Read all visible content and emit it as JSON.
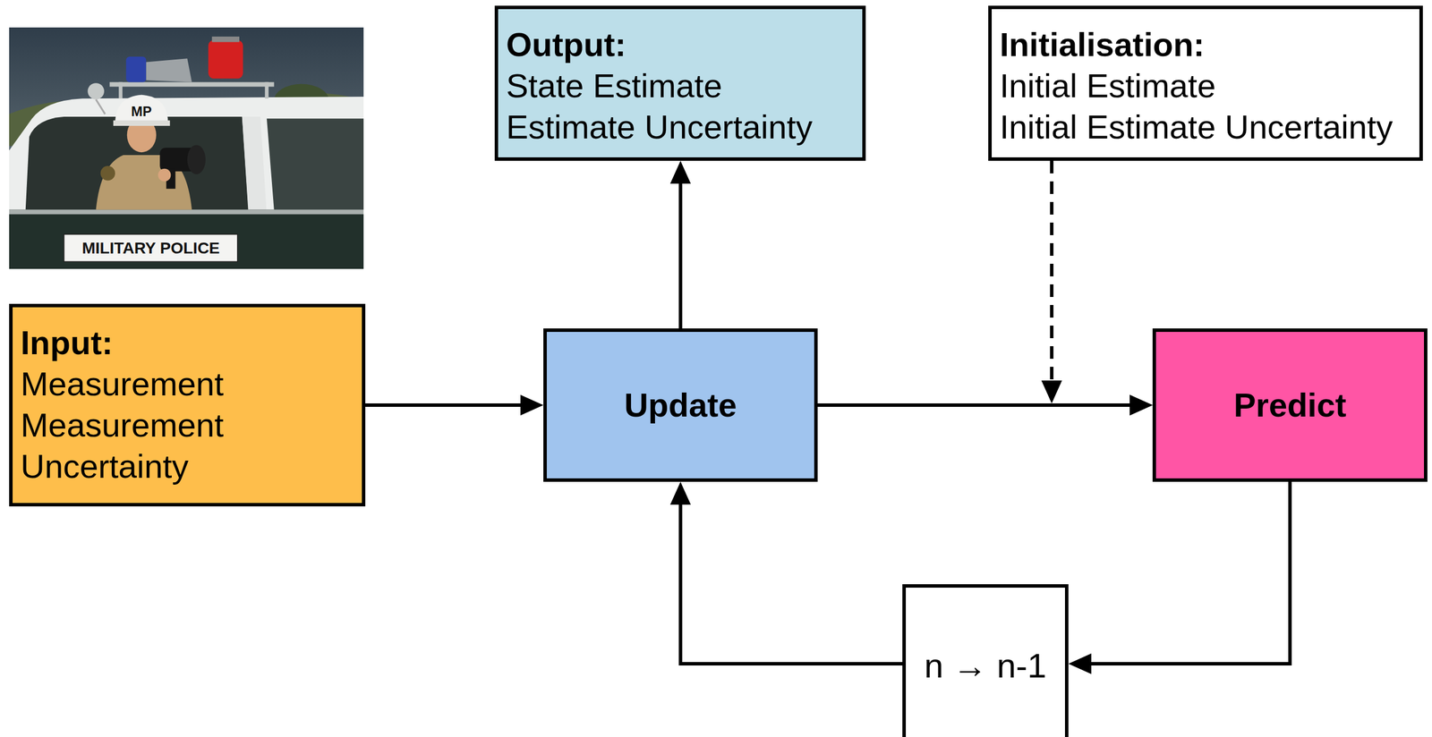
{
  "diagram": {
    "nodes": [
      {
        "text": [
          "Output:",
          "State Estimate",
          "Estimate Uncertainty"
        ]
      },
      {
        "text": [
          "Initialisation:",
          "Initial Estimate",
          "Initial Estimate Uncertainty"
        ]
      },
      {
        "text": [
          "Input:",
          "Measurement",
          "Measurement Uncertainty"
        ]
      },
      {
        "text": [
          "Update"
        ]
      },
      {
        "text": [
          "Predict"
        ]
      },
      {
        "text": [
          "n → n-1"
        ]
      }
    ],
    "edges": [
      {
        "from": 2,
        "to": 3,
        "arrow": "to"
      },
      {
        "from": 3,
        "to": 0,
        "arrow": "to"
      },
      {
        "from": 3,
        "to": 4,
        "arrow": "to"
      },
      {
        "from": 1,
        "to": 4,
        "arrow": "to"
      },
      {
        "from": 4,
        "to": 5,
        "arrow": "to"
      },
      {
        "from": 5,
        "to": 3,
        "arrow": "to"
      }
    ],
    "labels": [
      "MP",
      "MILITARY POLICE"
    ]
  }
}
